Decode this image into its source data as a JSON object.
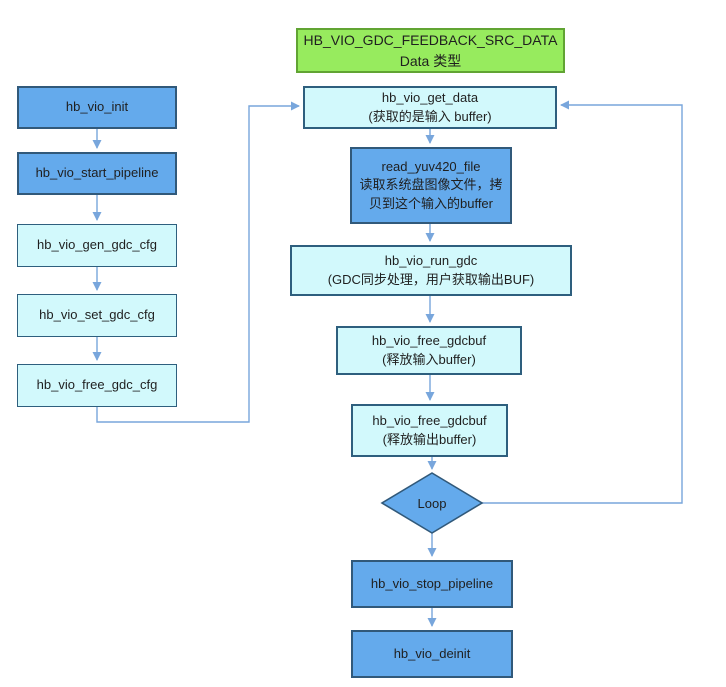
{
  "diagram": {
    "colors": {
      "blue_fill": "#64aaec",
      "blue_border": "#31597a",
      "cyan_fill": "#d2f9fc",
      "cyan_border": "#2e5f7e",
      "green_fill": "#97eb5e",
      "green_border": "#61a433",
      "connector": "#78a6dc",
      "text": "#1f1f1f"
    },
    "title_box": {
      "line1": "HB_VIO_GDC_FEEDBACK_SRC_DATA",
      "line2": "Data 类型"
    },
    "left_flow": [
      {
        "label": "hb_vio_init"
      },
      {
        "label": "hb_vio_start_pipeline"
      },
      {
        "label": "hb_vio_gen_gdc_cfg"
      },
      {
        "label": "hb_vio_set_gdc_cfg"
      },
      {
        "label": "hb_vio_free_gdc_cfg"
      }
    ],
    "main_flow": [
      {
        "label": "hb_vio_get_data",
        "desc": "(获取的是输入 buffer)"
      },
      {
        "label": "read_yuv420_file",
        "desc": "读取系统盘图像文件，拷贝到这个输入的buffer"
      },
      {
        "label": "hb_vio_run_gdc",
        "desc": "(GDC同步处理，用户获取输出BUF)"
      },
      {
        "label": "hb_vio_free_gdcbuf",
        "desc": "(释放输入buffer)"
      },
      {
        "label": "hb_vio_free_gdcbuf",
        "desc": "(释放输出buffer)"
      },
      {
        "label": "Loop"
      },
      {
        "label": "hb_vio_stop_pipeline"
      },
      {
        "label": "hb_vio_deinit"
      }
    ]
  }
}
